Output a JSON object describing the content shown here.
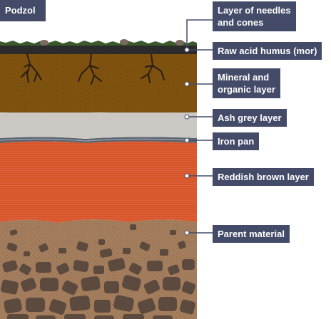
{
  "title": "Podzol",
  "layers": [
    {
      "id": "needles",
      "label_lines": [
        "Layer of needles",
        "and cones"
      ]
    },
    {
      "id": "humus",
      "label_lines": [
        "Raw acid humus (mor)"
      ]
    },
    {
      "id": "mineral",
      "label_lines": [
        "Mineral and",
        "organic layer"
      ]
    },
    {
      "id": "ash",
      "label_lines": [
        "Ash grey layer"
      ]
    },
    {
      "id": "iron",
      "label_lines": [
        "Iron pan"
      ]
    },
    {
      "id": "reddish",
      "label_lines": [
        "Reddish brown layer"
      ]
    },
    {
      "id": "parent",
      "label_lines": [
        "Parent material"
      ]
    }
  ],
  "colors": {
    "label_bg": "#444b68",
    "needles": "#3a5a2c",
    "humus": "#2a2b2a",
    "mineral": "#7f520f",
    "ash": "#cbc8c4",
    "iron": "#5a6470",
    "reddish": "#d8552a",
    "parent": "#a47d5d",
    "stone": "#5d4a3f"
  }
}
